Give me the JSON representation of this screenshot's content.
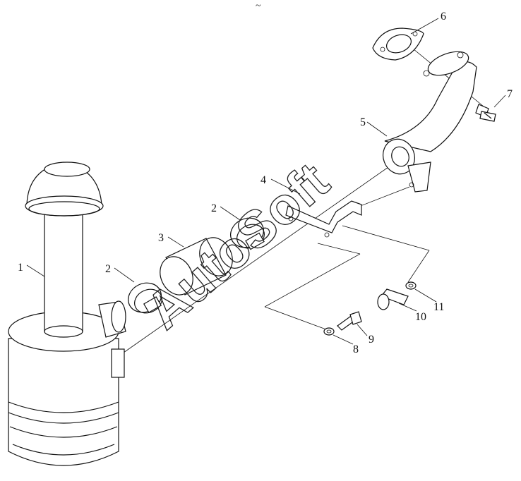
{
  "watermark": "AutoSoft",
  "top_mark": "~",
  "callouts": [
    "1",
    "2",
    "3",
    "2",
    "4",
    "5",
    "6",
    "7",
    "8",
    "9",
    "10",
    "11"
  ]
}
